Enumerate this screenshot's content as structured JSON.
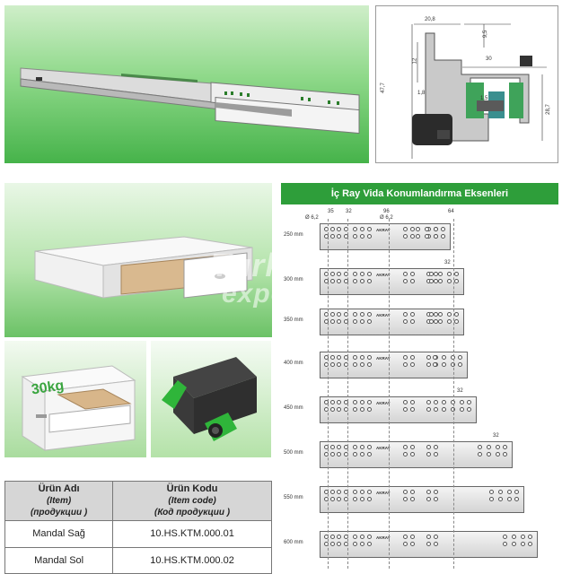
{
  "profile": {
    "dims": [
      "20,8",
      "9,5",
      "12",
      "30",
      "1",
      "47,7",
      "1,8",
      "1,5",
      "28,7"
    ]
  },
  "cabinet": {
    "load_badge": "30kg"
  },
  "watermark": {
    "line1": "Turkish",
    "line2": "exporter"
  },
  "table": {
    "headers": [
      {
        "title": "Ürün Adı",
        "sub1": "(Item)",
        "sub2": "(продукции )"
      },
      {
        "title": "Ürün Kodu",
        "sub1": "(Item code)",
        "sub2": "(Код продукции )"
      }
    ],
    "rows": [
      {
        "name": "Mandal Sağ",
        "code": "10.HS.KTM.000.01"
      },
      {
        "name": "Mandal Sol",
        "code": "10.HS.KTM.000.02"
      }
    ]
  },
  "rails": {
    "title": "İç Ray    Vida Konumlandırma Eksenleri",
    "top_dims": [
      "35",
      "32",
      "96",
      "64"
    ],
    "hole_labels": [
      "Ø 6,2",
      "Ø 6,2"
    ],
    "brand": "AKRAY",
    "sizes": [
      {
        "label": "250 mm",
        "extra_dim": ""
      },
      {
        "label": "300 mm",
        "extra_dim": "32"
      },
      {
        "label": "350 mm",
        "extra_dim": ""
      },
      {
        "label": "400 mm",
        "extra_dim": ""
      },
      {
        "label": "450 mm",
        "extra_dim": "32"
      },
      {
        "label": "500 mm",
        "extra_dim": "32"
      },
      {
        "label": "550 mm",
        "extra_dim": ""
      },
      {
        "label": "600 mm",
        "extra_dim": ""
      }
    ]
  }
}
